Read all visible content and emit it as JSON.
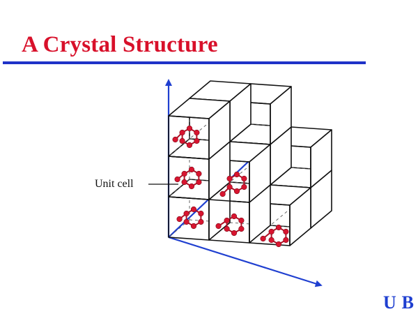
{
  "slide": {
    "title": "A Crystal Structure",
    "unit_cell_label": "Unit cell",
    "logo_text": "UB"
  },
  "colors": {
    "title": "#d8102a",
    "rule": "#1f32c8",
    "axis": "#1f3fd0",
    "atom": "#d81530",
    "bond": "#b01025",
    "cube_edge": "#111111"
  }
}
